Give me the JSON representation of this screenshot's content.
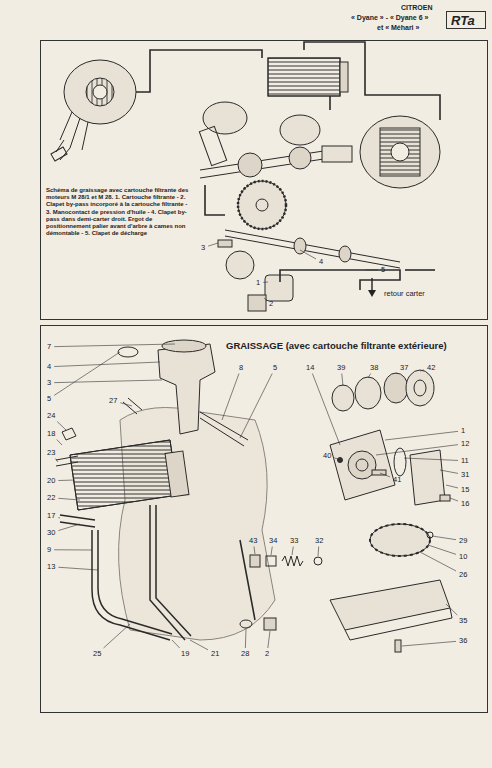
{
  "diagram": {
    "nodes": [
      {
        "text": [
          "Schéma de graissage avec cartouche filtrante des moteurs M 28/1 et M 28. 1. Cartouche filtrante - 2. Clapet by-pass incorporé à la cartouche filtrante - 3. Manocontact de pression d'huile - 4. Clapet by-pass dans demi-carter droit. Ergot de positionnement palier avant d'arbre à cames non démontable - 5. Clapet de décharge"
        ]
      },
      {
        "text": [
          "GRAISSAGE (avec cartouche filtrante extérieure)"
        ]
      },
      {
        "text": [
          "RTa"
        ]
      }
    ],
    "labels": [
      "CITROEN",
      "« Dyane » - « Dyane 6 »",
      "et « Méhari »",
      "3",
      "4",
      "5",
      "1",
      "2",
      "retour carter",
      "7",
      "4",
      "3",
      "27",
      "5",
      "24",
      "18",
      "23",
      "20",
      "22",
      "17",
      "30",
      "9",
      "13",
      "25",
      "8",
      "5",
      "14",
      "39",
      "38",
      "37",
      "42",
      "1",
      "12",
      "11",
      "31",
      "15",
      "16",
      "40",
      "41",
      "43",
      "34",
      "33",
      "32",
      "29",
      "10",
      "26",
      "35",
      "36",
      "2",
      "28",
      "21",
      "19"
    ]
  }
}
